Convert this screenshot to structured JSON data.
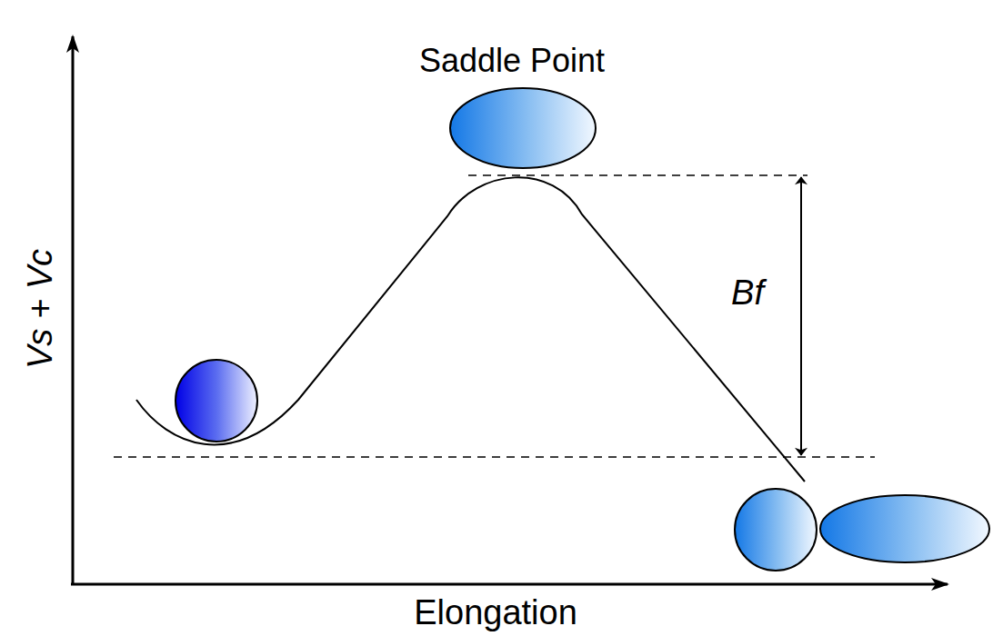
{
  "diagram": {
    "labels": [
      "Saddle Point",
      "Vs + Vc",
      "Bf",
      "Elongation"
    ]
  }
}
